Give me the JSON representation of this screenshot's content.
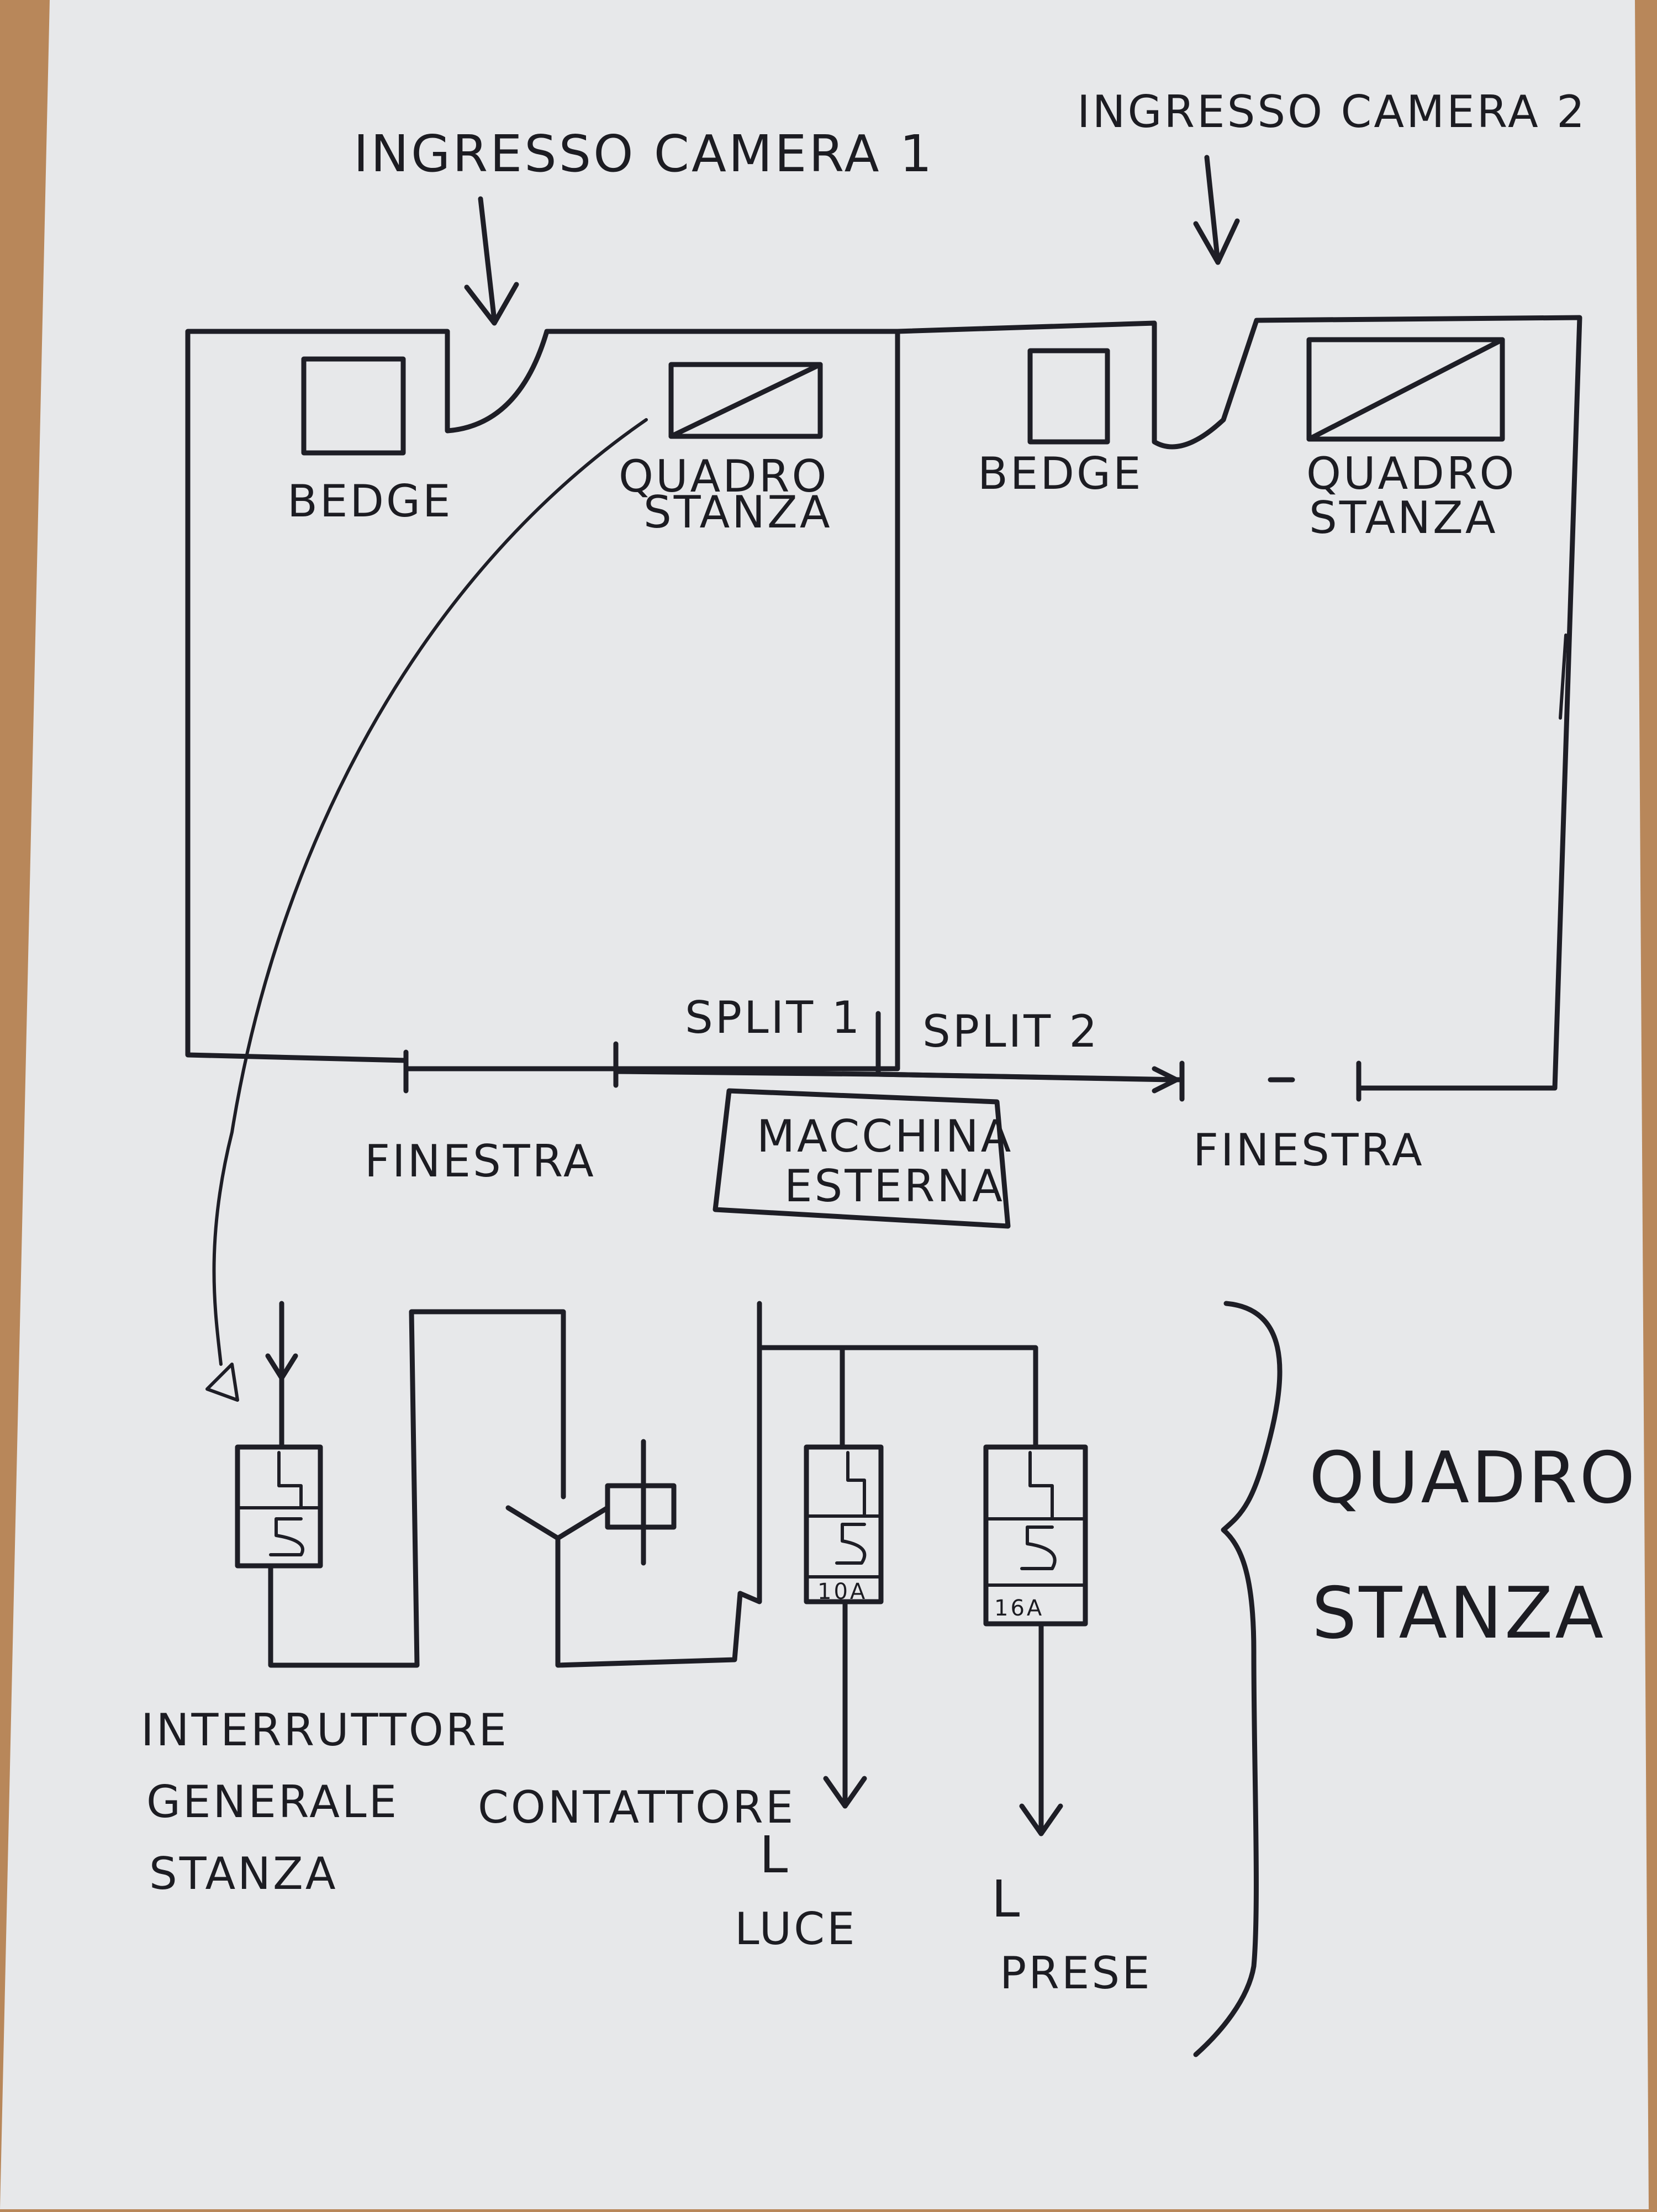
{
  "title_entrance_1": "INGRESSO CAMERA 1",
  "title_entrance_2": "INGRESSO CAMERA 2",
  "room1": {
    "badge": "BEDGE",
    "panel_line1": "QUADRO",
    "panel_line2": "STANZA"
  },
  "room2": {
    "badge": "BEDGE",
    "panel_line1": "QUADRO",
    "panel_line2": "STANZA"
  },
  "split1": "SPLIT 1",
  "split2": "SPLIT 2",
  "window_left": "FINESTRA",
  "window_right": "FINESTRA",
  "outdoor_unit_line1": "MACCHINA",
  "outdoor_unit_line2": "ESTERNA",
  "schematic": {
    "main_switch_line1": "INTERRUTTORE",
    "main_switch_line2": "GENERALE",
    "main_switch_line3": "STANZA",
    "contactor": "CONTATTORE",
    "breaker_lights_rating": "10A",
    "breaker_sockets_rating": "16A",
    "lights_line1": "L",
    "lights_line2": "LUCE",
    "sockets_line1": "L",
    "sockets_line2": "PRESE",
    "brace_line1": "QUADRO",
    "brace_line2": "STANZA"
  }
}
